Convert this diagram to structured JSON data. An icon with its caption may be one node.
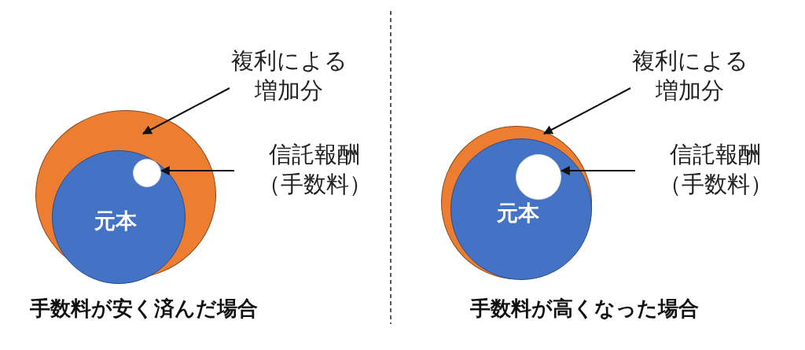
{
  "diagram": {
    "nodes": [
      {
        "text": [
          "複利による増加分"
        ]
      },
      {
        "text": [],
        "shape": "circle"
      },
      {
        "text": [
          "元本"
        ],
        "in": 1
      },
      {
        "text": [],
        "shape": "circle",
        "in": 2
      },
      {
        "text": [
          "信託報酬（手数料）"
        ]
      },
      {
        "text": [
          "複利による増加分"
        ]
      },
      {
        "text": [],
        "shape": "circle"
      },
      {
        "text": [
          "元本"
        ],
        "in": 6
      },
      {
        "text": [],
        "shape": "circle",
        "in": 7
      },
      {
        "text": [
          "信託報酬（手数料）"
        ]
      }
    ],
    "edges": [
      {
        "from": 0,
        "to": 1,
        "arrow": "to"
      },
      {
        "from": 4,
        "to": 3,
        "arrow": "to"
      },
      {
        "from": 5,
        "to": 6,
        "arrow": "to"
      },
      {
        "from": 9,
        "to": 8,
        "arrow": "to"
      }
    ],
    "labels": [
      "手数料が安く済んだ場合",
      "手数料が高くなった場合"
    ]
  }
}
